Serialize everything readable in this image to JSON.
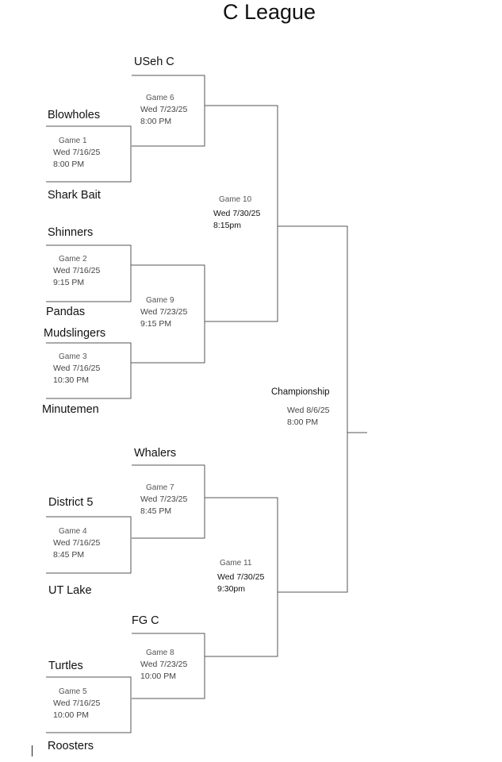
{
  "title": "C League",
  "colors": {
    "line": "#555555",
    "text": "#111111",
    "info_text": "#444444"
  },
  "teams": {
    "useh_c": "USeh C",
    "blowholes": "Blowholes",
    "shark_bait": "Shark Bait",
    "shinners": "Shinners",
    "pandas": "Pandas",
    "mudslingers": "Mudslingers",
    "minutemen": "Minutemen",
    "whalers": "Whalers",
    "district_5": "District 5",
    "ut_lake": "UT Lake",
    "fg_c": "FG C",
    "turtles": "Turtles",
    "roosters": "Roosters"
  },
  "games": {
    "g1": {
      "name": "Game 1",
      "date": "Wed 7/16/25",
      "time": "8:00 PM"
    },
    "g2": {
      "name": "Game 2",
      "date": "Wed 7/16/25",
      "time": "9:15 PM"
    },
    "g3": {
      "name": "Game 3",
      "date": "Wed 7/16/25",
      "time": "10:30 PM"
    },
    "g4": {
      "name": "Game 4",
      "date": "Wed 7/16/25",
      "time": "8:45 PM"
    },
    "g5": {
      "name": "Game 5",
      "date": "Wed 7/16/25",
      "time": "10:00 PM"
    },
    "g6": {
      "name": "Game 6",
      "date": "Wed 7/23/25",
      "time": "8:00 PM"
    },
    "g7": {
      "name": "Game 7",
      "date": "Wed 7/23/25",
      "time": "8:45 PM"
    },
    "g8": {
      "name": "Game 8",
      "date": "Wed 7/23/25",
      "time": "10:00 PM"
    },
    "g9": {
      "name": "Game 9",
      "date": "Wed 7/23/25",
      "time": "9:15 PM"
    },
    "g10": {
      "name": "Game 10",
      "date": "Wed 7/30/25",
      "time": "8:15pm"
    },
    "g11": {
      "name": "Game 11",
      "date": "Wed 7/30/25",
      "time": "9:30pm"
    },
    "championship": {
      "name": "Championship",
      "date": "Wed 8/6/25",
      "time": "8:00 PM"
    }
  }
}
